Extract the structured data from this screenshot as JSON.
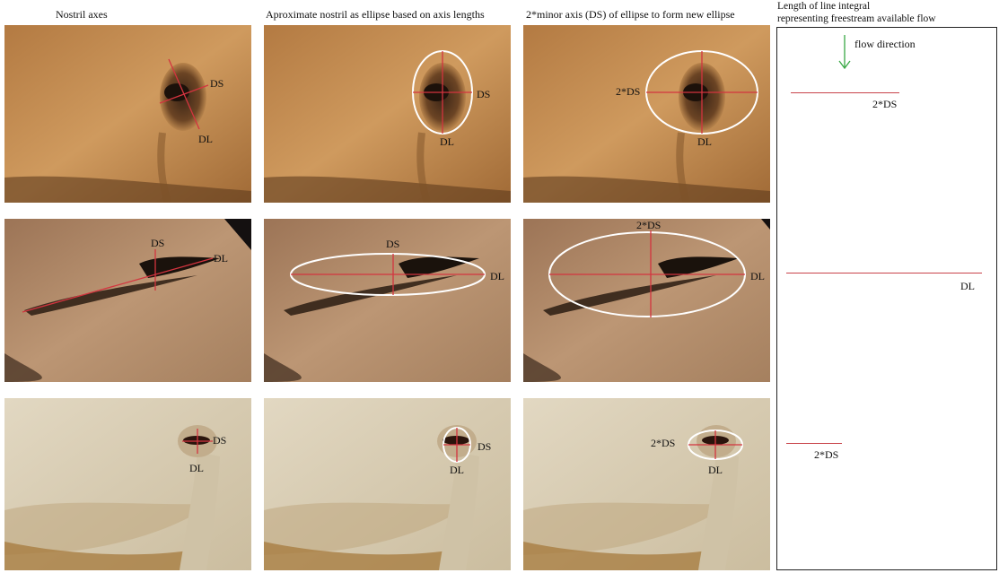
{
  "headers": {
    "col1": "Nostril axes",
    "col2": "Aproximate nostril as ellipse based on axis lengths",
    "col3": "2*minor axis (DS) of ellipse to form new ellipse"
  },
  "side_panel": {
    "title_line1": "Length of line integral",
    "title_line2": "representing freestream available flow",
    "flow_label": "flow direction",
    "line1_label": "2*DS",
    "line2_label": "DL",
    "line3_label": "2*DS"
  },
  "labels": {
    "ds": "DS",
    "dl": "DL",
    "two_ds": "2*DS"
  },
  "colors": {
    "axis_red": "#d3343f",
    "ellipse_white": "#ffffff",
    "flow_arrow": "#39a845",
    "skin_warm": "#c48a4e",
    "skin_tan": "#b48a68",
    "skin_pale": "#d9cdb4"
  }
}
